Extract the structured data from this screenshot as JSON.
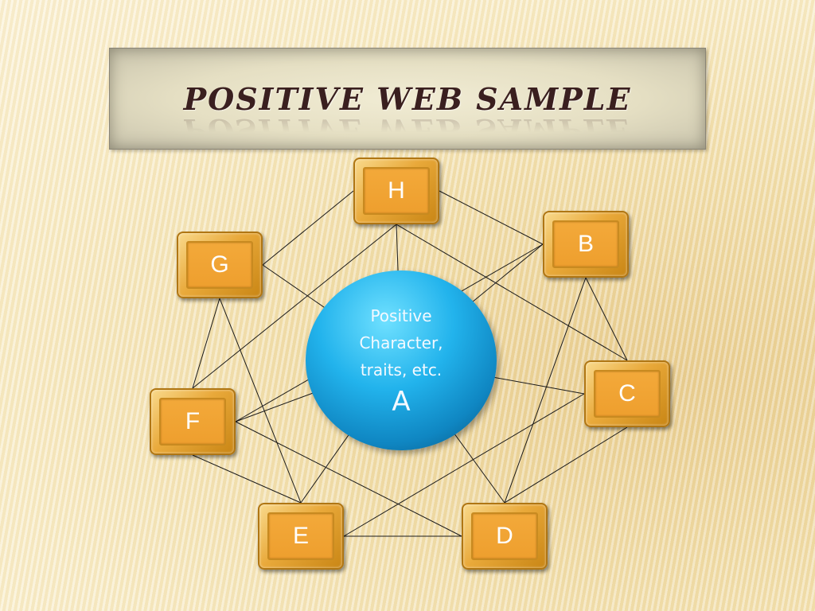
{
  "title": "POSITIVE WEB SAMPLE",
  "center": {
    "lines": [
      "Positive",
      "Character,",
      "traits, etc."
    ],
    "label": "A"
  },
  "nodes": [
    {
      "id": "H",
      "label": "H"
    },
    {
      "id": "B",
      "label": "B"
    },
    {
      "id": "C",
      "label": "C"
    },
    {
      "id": "D",
      "label": "D"
    },
    {
      "id": "E",
      "label": "E"
    },
    {
      "id": "F",
      "label": "F"
    },
    {
      "id": "G",
      "label": "G"
    }
  ],
  "edges": [
    [
      "H",
      "G"
    ],
    [
      "H",
      "B"
    ],
    [
      "H",
      "C"
    ],
    [
      "H",
      "F"
    ],
    [
      "H",
      "A"
    ],
    [
      "G",
      "A"
    ],
    [
      "G",
      "E"
    ],
    [
      "G",
      "F"
    ],
    [
      "B",
      "A"
    ],
    [
      "B",
      "F"
    ],
    [
      "B",
      "C"
    ],
    [
      "B",
      "D"
    ],
    [
      "C",
      "A"
    ],
    [
      "C",
      "E"
    ],
    [
      "C",
      "D"
    ],
    [
      "D",
      "E"
    ],
    [
      "D",
      "A"
    ],
    [
      "D",
      "F"
    ],
    [
      "E",
      "F"
    ],
    [
      "E",
      "A"
    ],
    [
      "F",
      "A"
    ]
  ]
}
